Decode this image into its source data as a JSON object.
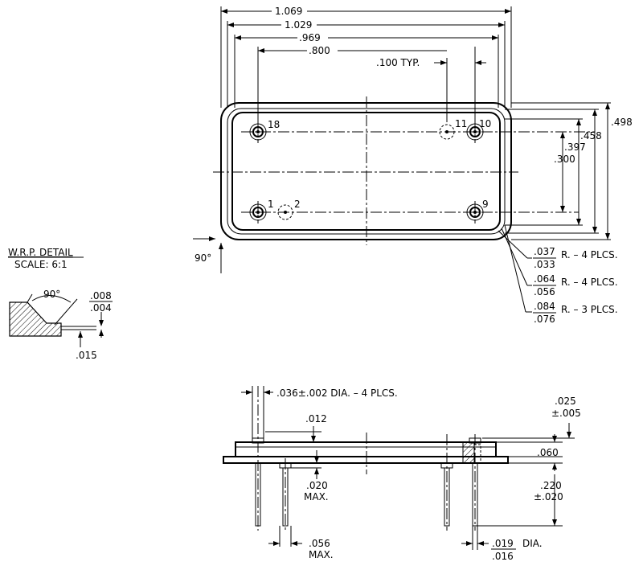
{
  "top_view": {
    "dims": {
      "overall_width": "1.069",
      "flange_width": "1.029",
      "body_width": ".969",
      "pin_span": ".800",
      "pin_spacing": ".100  TYP.",
      "overall_height": ".498",
      "flange_height": ".458",
      "body_height": ".397",
      "pin_row_span": ".300",
      "angle": "90°"
    },
    "pins": {
      "p1": "1",
      "p2": "2",
      "p9": "9",
      "p10": "10",
      "p11": "11",
      "p18": "18"
    },
    "radii": [
      {
        "top": ".037",
        "bottom": ".033",
        "note": "R.  –  4  PLCS."
      },
      {
        "top": ".064",
        "bottom": ".056",
        "note": "R.  –  4  PLCS."
      },
      {
        "top": ".084",
        "bottom": ".076",
        "note": "R.  –  3  PLCS."
      }
    ]
  },
  "wrp_detail": {
    "title": "W.R.P.  DETAIL",
    "scale": "SCALE:   6:1",
    "angle": "90°",
    "dim_top": ".008",
    "dim_bottom": ".004",
    "dim_side": ".015"
  },
  "side_view": {
    "pin_dia": ".036±.002  DIA.  –  4  PLCS.",
    "lid_thk": ".012",
    "standoff": ".020",
    "standoff_note": "MAX.",
    "pin_pitch": ".056",
    "pin_pitch_note": "MAX.",
    "lead_dia_top": ".019",
    "lead_dia_bottom": ".016",
    "lead_dia_note": "DIA.",
    "flange_thk_top": ".025",
    "flange_thk_bottom": "±.005",
    "body_thk": ".060",
    "lead_len": ".220",
    "lead_len_tol": "±.020"
  }
}
